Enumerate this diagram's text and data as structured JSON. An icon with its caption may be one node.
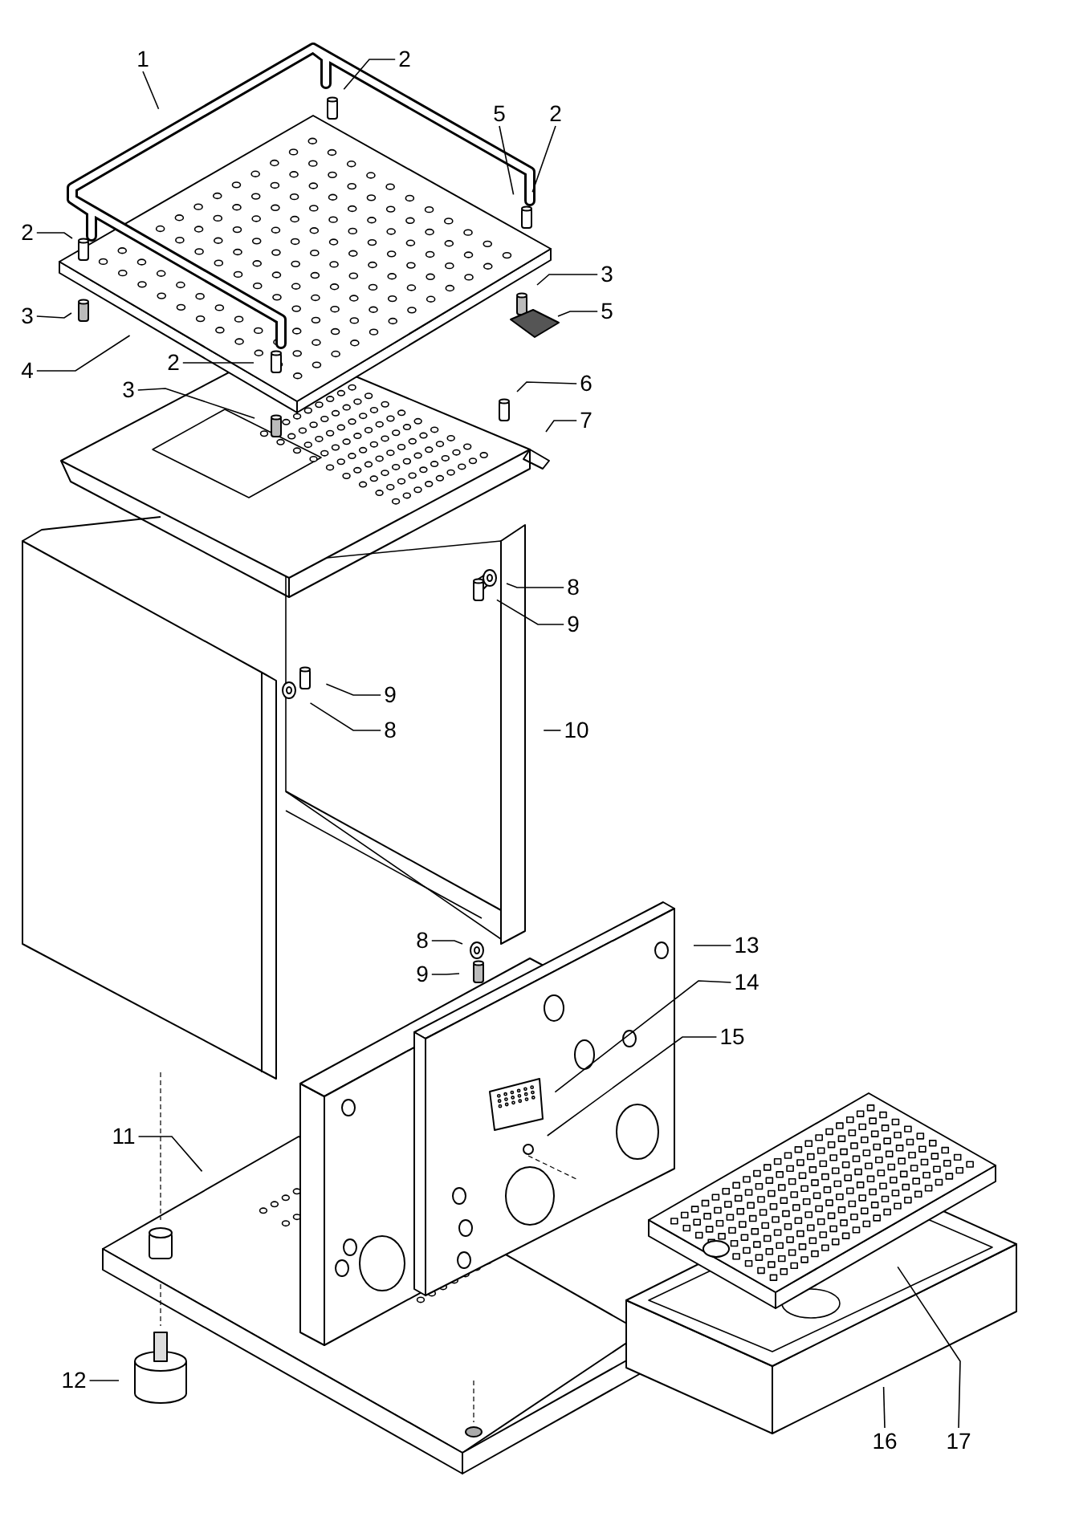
{
  "diagram": {
    "nodes": [
      {
        "text": [
          "1"
        ]
      },
      {
        "text": [
          "2"
        ]
      },
      {
        "text": [
          "5"
        ]
      },
      {
        "text": [
          "2"
        ]
      },
      {
        "text": [
          "2"
        ]
      },
      {
        "text": [
          "3"
        ]
      },
      {
        "text": [
          "3"
        ]
      },
      {
        "text": [
          "5"
        ]
      },
      {
        "text": [
          "2"
        ]
      },
      {
        "text": [
          "4"
        ]
      },
      {
        "text": [
          "6"
        ]
      },
      {
        "text": [
          "3"
        ]
      },
      {
        "text": [
          "7"
        ]
      },
      {
        "text": [
          "8"
        ]
      },
      {
        "text": [
          "9"
        ]
      },
      {
        "text": [
          "9"
        ]
      },
      {
        "text": [
          "8"
        ]
      },
      {
        "text": [
          "10"
        ]
      },
      {
        "text": [
          "8"
        ]
      },
      {
        "text": [
          "13"
        ]
      },
      {
        "text": [
          "9"
        ]
      },
      {
        "text": [
          "14"
        ]
      },
      {
        "text": [
          "15"
        ]
      },
      {
        "text": [
          "11"
        ]
      },
      {
        "text": [
          "12"
        ]
      },
      {
        "text": [
          "16"
        ]
      },
      {
        "text": [
          "17"
        ]
      }
    ],
    "edges": [
      {
        "from": 0,
        "to": null,
        "arrow": "none"
      },
      {
        "from": 1,
        "to": null,
        "arrow": "none"
      },
      {
        "from": 2,
        "to": null,
        "arrow": "none"
      },
      {
        "from": 3,
        "to": null,
        "arrow": "none"
      },
      {
        "from": 4,
        "to": null,
        "arrow": "none"
      },
      {
        "from": 5,
        "to": null,
        "arrow": "none"
      },
      {
        "from": 6,
        "to": null,
        "arrow": "none"
      },
      {
        "from": 7,
        "to": null,
        "arrow": "none"
      },
      {
        "from": 8,
        "to": null,
        "arrow": "none"
      },
      {
        "from": 9,
        "to": null,
        "arrow": "none"
      },
      {
        "from": 10,
        "to": null,
        "arrow": "none"
      },
      {
        "from": 11,
        "to": null,
        "arrow": "none"
      },
      {
        "from": 12,
        "to": null,
        "arrow": "none"
      },
      {
        "from": 13,
        "to": null,
        "arrow": "none"
      },
      {
        "from": 14,
        "to": null,
        "arrow": "none"
      },
      {
        "from": 15,
        "to": null,
        "arrow": "none"
      },
      {
        "from": 16,
        "to": null,
        "arrow": "none"
      },
      {
        "from": 17,
        "to": null,
        "arrow": "none"
      },
      {
        "from": 18,
        "to": null,
        "arrow": "none"
      },
      {
        "from": 19,
        "to": null,
        "arrow": "none"
      },
      {
        "from": 20,
        "to": null,
        "arrow": "none"
      },
      {
        "from": 21,
        "to": null,
        "arrow": "none"
      },
      {
        "from": 22,
        "to": null,
        "arrow": "none"
      },
      {
        "from": 23,
        "to": null,
        "arrow": "none"
      },
      {
        "from": 24,
        "to": null,
        "arrow": "none"
      },
      {
        "from": 25,
        "to": null,
        "arrow": "none"
      },
      {
        "from": 26,
        "to": null,
        "arrow": "none"
      }
    ]
  }
}
